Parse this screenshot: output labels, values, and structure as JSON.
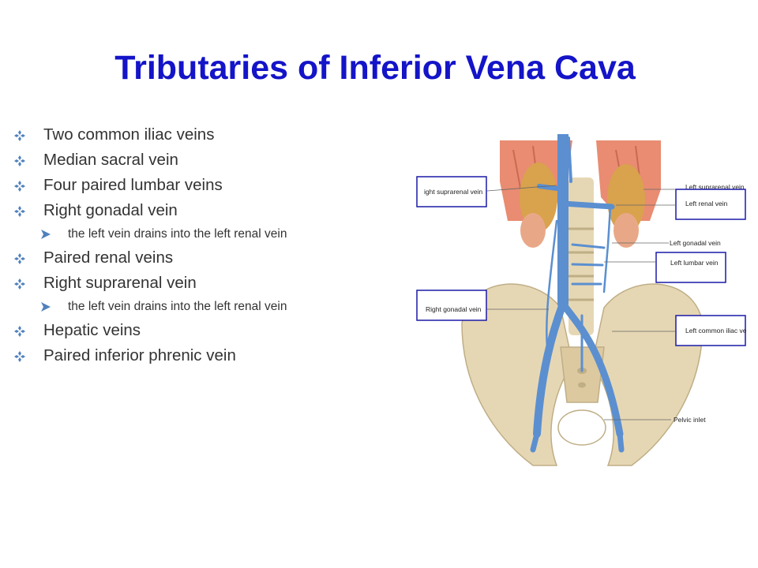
{
  "slide": {
    "title": "Tributaries of Inferior Vena Cava"
  },
  "bullets": [
    {
      "text": "Two common iliac veins",
      "level": 1
    },
    {
      "text": "Median sacral vein",
      "level": 1
    },
    {
      "text": "Four paired lumbar veins",
      "level": 1
    },
    {
      "text": "Right gonadal vein",
      "level": 1
    },
    {
      "text": "the left vein drains into the left renal vein",
      "level": 2
    },
    {
      "text": "Paired renal veins",
      "level": 1
    },
    {
      "text": "Right suprarenal vein",
      "level": 1
    },
    {
      "text": "the left vein drains into the left renal vein",
      "level": 2
    },
    {
      "text": "Hepatic veins",
      "level": 1
    },
    {
      "text": "Paired inferior phrenic vein",
      "level": 1
    }
  ],
  "figure": {
    "labels": {
      "right_suprarenal": "ight suprarenal vein",
      "left_suprarenal": "Left suprarenal vein",
      "left_renal": "Left renal vein",
      "left_gonadal": "Left gonadal vein",
      "left_lumbar": "Left lumbar vein",
      "right_gonadal": "Right gonadal vein",
      "left_common_iliac": "Left common iliac ve",
      "pelvic_inlet": "Pelvic inlet"
    }
  },
  "colors": {
    "title": "#1414c8",
    "bullet_mark": "#4f81bd",
    "label_box": "#1a1aa8",
    "vein": "#5b8fd0",
    "muscle": "#e98c72",
    "bone": "#e6d7b4"
  }
}
